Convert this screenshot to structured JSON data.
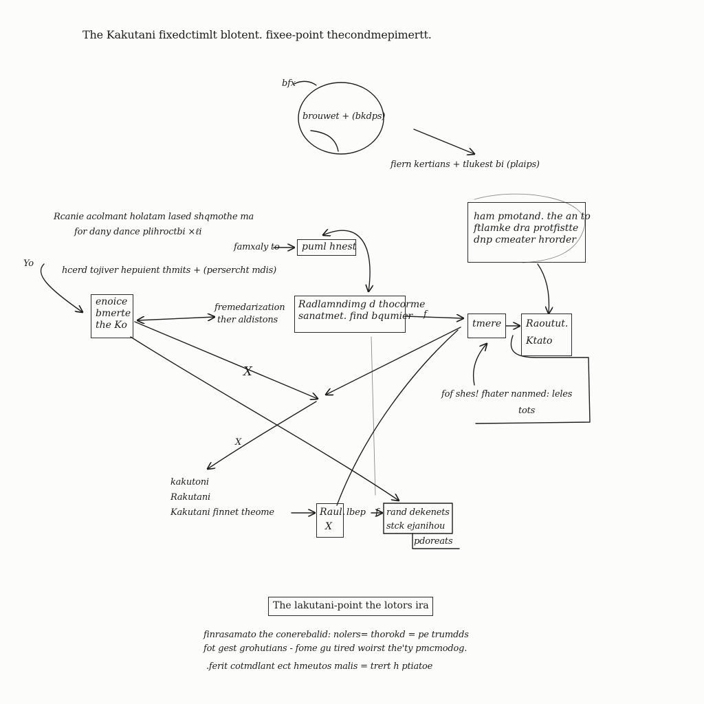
{
  "title": "The Kakutani fixedctimlt blotent. fixee-point thecondmepimertt.",
  "top_node": {
    "tag": "bfx",
    "circle_label": "brouwet + (bkdps)"
  },
  "top_right_caption": "fiern kertians + tlukest bi (plaips)",
  "left_note": {
    "line1": "Rcanie acolmant holatam lased shqmothe ma",
    "line2": "for dany dance plihroctbi ×ℓi"
  },
  "left_side_tag": "Yo",
  "left_top_caption": "hcerd tojiver hepuient thmits + (persercht mdis)",
  "family_label": "famxaly to",
  "pund_box": "puml hnest",
  "box_enoice": [
    "enoice",
    "bmerte",
    "the Ko"
  ],
  "mid_caption": [
    "fremedarization",
    "ther aldistons"
  ],
  "center_box": [
    "Radlamndimg d thocorme",
    "sanatmet. find bqumier"
  ],
  "arrow_mark_f": "f",
  "box_tmere": "tmere",
  "box_kautut": [
    "Raoutut.",
    "Ktato"
  ],
  "top_right_box": [
    "ham pmotand. the an to",
    "ftlamke dra protfistte",
    "dnp cmeater hrorder"
  ],
  "right_caption": [
    "fof shes! fhater nanmed: leles",
    "tots"
  ],
  "cross_mark_1": "X",
  "cross_mark_2": "X",
  "kakutani_stack": [
    "kakutoni",
    "Rakutani",
    "Kakutani finnet theome"
  ],
  "bottom_box_small": [
    "Raul.",
    "X"
  ],
  "bottom_box_stacked": [
    "lbep",
    "f",
    "rand dekenets",
    "stck ejanihou",
    "pdoreats"
  ],
  "bottom_title_box": "The lakutani-point the lotors ira",
  "bottom_paragraph": [
    "finrasamato the conerebalid: nolers= thorokd = pe trumdds",
    "fot gest grohutians - fome gu tired woirst the'ty pmcmodog.",
    ".ferit cotmdlant ect hmeutos malis = trert h ptiatoe"
  ]
}
